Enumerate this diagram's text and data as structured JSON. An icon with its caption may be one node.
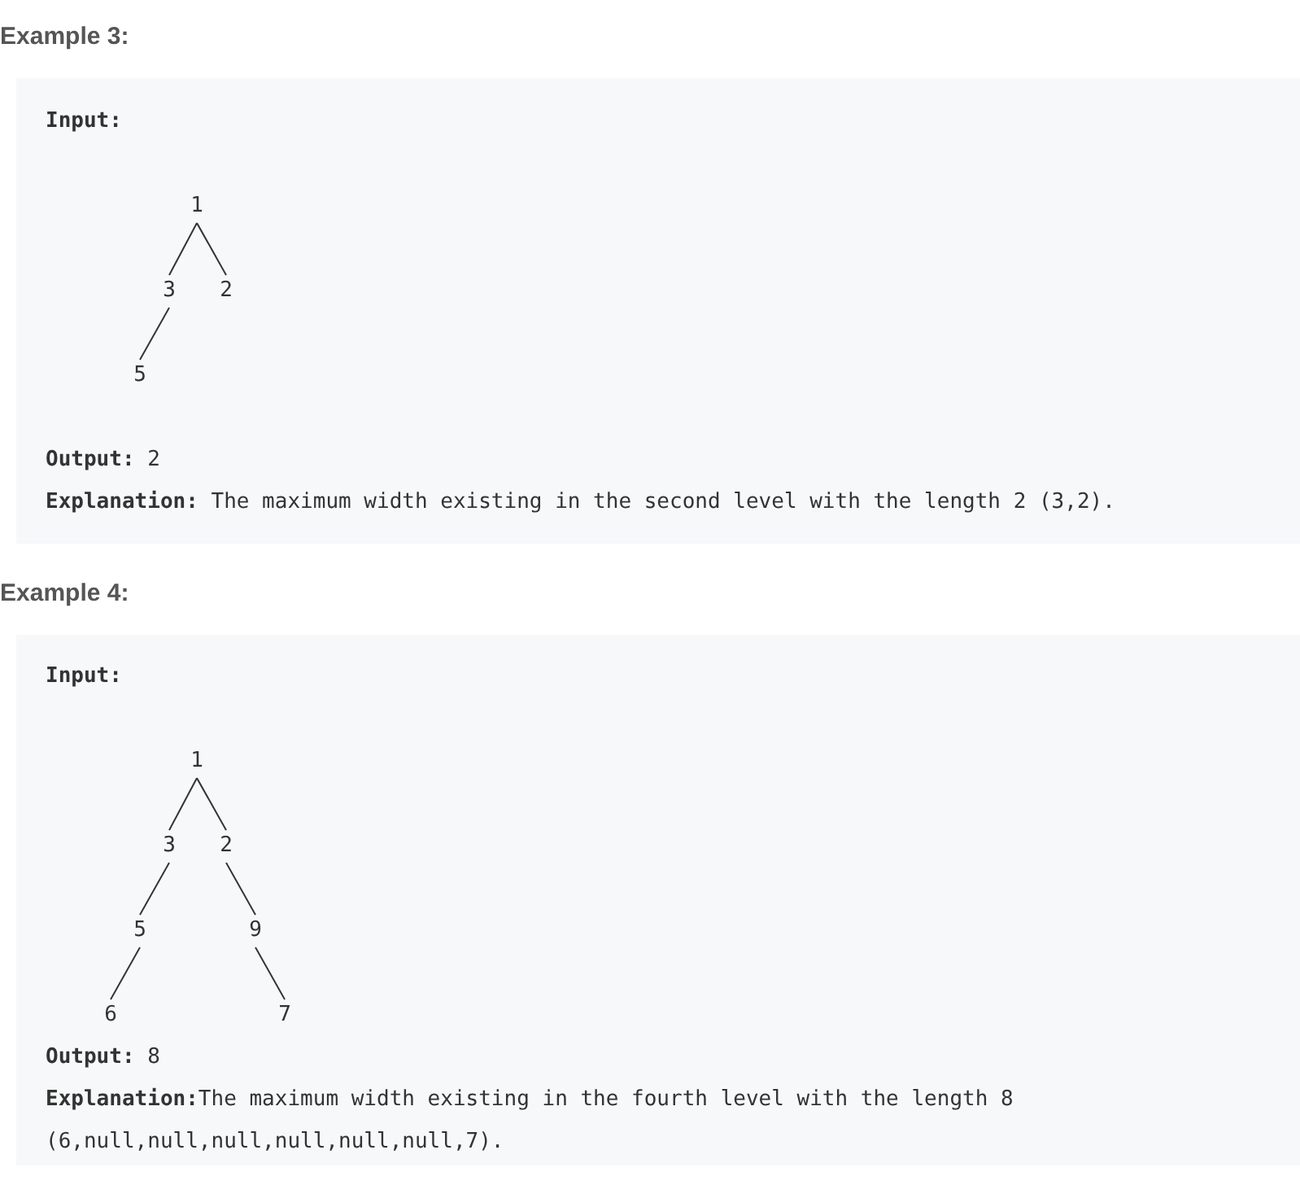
{
  "diagram": {
    "nodes": [
      {
        "text": [
          "Example 3:",
          "Input:",
          "**Output:** 2",
          "**Explanation:** The maximum width existing in the second level with the length 2 (3,2)."
        ]
      },
      {
        "text": [
          "1"
        ],
        "in": 0
      },
      {
        "text": [
          "3"
        ],
        "in": 0
      },
      {
        "text": [
          "2"
        ],
        "in": 0
      },
      {
        "text": [
          "5"
        ],
        "in": 0
      },
      {
        "text": [
          "Example 4:",
          "Input:",
          "**Output:** 8",
          "**Explanation:**The maximum width existing in the fourth level with the length 8 (6,null,null,null,null,null,null,7)."
        ]
      },
      {
        "text": [
          "1"
        ],
        "in": 5
      },
      {
        "text": [
          "3"
        ],
        "in": 5
      },
      {
        "text": [
          "2"
        ],
        "in": 5
      },
      {
        "text": [
          "5"
        ],
        "in": 5
      },
      {
        "text": [
          "9"
        ],
        "in": 5
      },
      {
        "text": [
          "6"
        ],
        "in": 5
      },
      {
        "text": [
          "7"
        ],
        "in": 5
      }
    ],
    "edges": [
      {
        "from": 1,
        "to": 2,
        "arrow": "none"
      },
      {
        "from": 1,
        "to": 3,
        "arrow": "none"
      },
      {
        "from": 2,
        "to": 4,
        "arrow": "none"
      },
      {
        "from": 6,
        "to": 7,
        "arrow": "none"
      },
      {
        "from": 6,
        "to": 8,
        "arrow": "none"
      },
      {
        "from": 7,
        "to": 9,
        "arrow": "none"
      },
      {
        "from": 8,
        "to": 10,
        "arrow": "none"
      },
      {
        "from": 9,
        "to": 11,
        "arrow": "none"
      },
      {
        "from": 10,
        "to": 12,
        "arrow": "none"
      }
    ]
  }
}
